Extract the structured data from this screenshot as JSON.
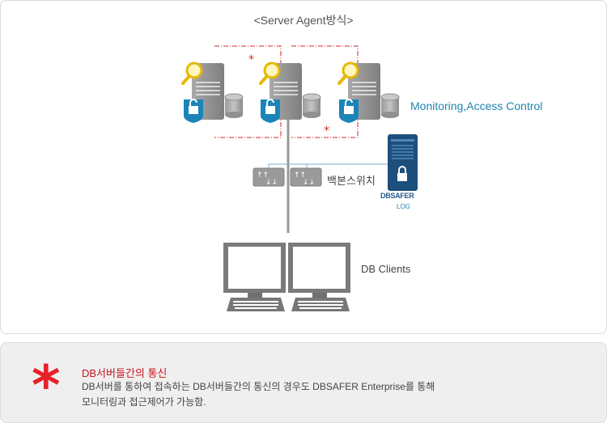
{
  "diagram": {
    "title": "<Server Agent방식>",
    "monitoring_label": "Monitoring,Access Control",
    "switch_label": "백본스위치",
    "clients_label": "DB Clients",
    "log_brand": "DBSAFER",
    "log_label": "LOG",
    "star_marks": [
      "*",
      "*"
    ]
  },
  "note": {
    "icon": "asterisk-icon",
    "title": "DB서버들간의 통신",
    "line1": "DB서버를 통하여 접속하는 DB서버들간의 통신의 경우도 DBSAFER Enterprise를 통해",
    "line2": "모니터링과 접근제어가 가능함."
  },
  "colors": {
    "accent_blue": "#1f86b0",
    "red": "#c8161d",
    "lock": "#1b84b8",
    "server_gray": "#8e8e8e"
  }
}
